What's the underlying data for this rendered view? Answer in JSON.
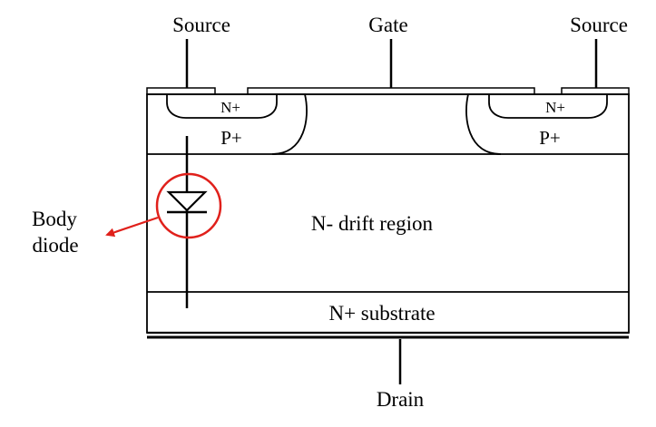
{
  "diagram": {
    "terminals": {
      "source_left": "Source",
      "gate": "Gate",
      "source_right": "Source",
      "drain": "Drain"
    },
    "regions": {
      "n_plus_left": "N+",
      "n_plus_right": "N+",
      "p_plus_left": "P+",
      "p_plus_right": "P+",
      "drift": "N- drift region",
      "substrate": "N+ substrate"
    },
    "annotation": {
      "line1": "Body",
      "line2": "diode"
    },
    "colors": {
      "ink": "#000000",
      "highlight": "#e0201b"
    },
    "icons": {
      "diode_symbol": "diode-icon",
      "highlight_marker": "circle-marker-icon",
      "pointer": "arrow-icon"
    }
  }
}
